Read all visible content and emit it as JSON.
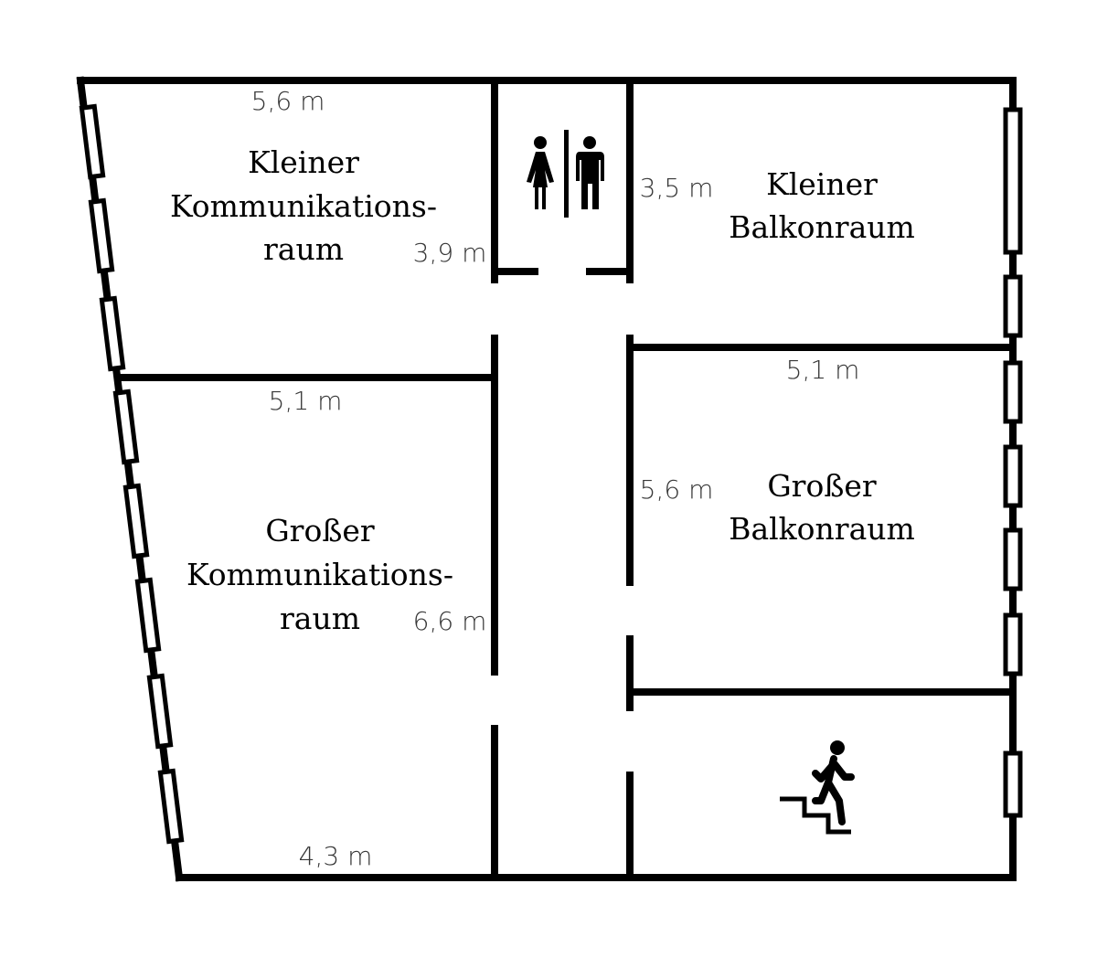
{
  "rooms": {
    "small_comm": {
      "line1": "Kleiner",
      "line2": "Kommunikations-",
      "line3": "raum"
    },
    "large_comm": {
      "line1": "Großer",
      "line2": "Kommunikations-",
      "line3": "raum"
    },
    "small_balcony": {
      "line1": "Kleiner",
      "line2": "Balkonraum"
    },
    "large_balcony": {
      "line1": "Großer",
      "line2": "Balkonraum"
    }
  },
  "dimensions": {
    "small_comm_top": "5,6 m",
    "small_comm_side": "3,9 m",
    "large_comm_top": "5,1 m",
    "large_comm_side": "6,6 m",
    "large_comm_bottom": "4,3 m",
    "small_balcony_side": "3,5 m",
    "large_balcony_top": "5,1 m",
    "large_balcony_side": "5,6 m"
  },
  "icons": {
    "restroom": "restroom-icon",
    "stairs": "stairs-exit-icon"
  },
  "colors": {
    "wall": "#000000",
    "background": "#ffffff"
  }
}
